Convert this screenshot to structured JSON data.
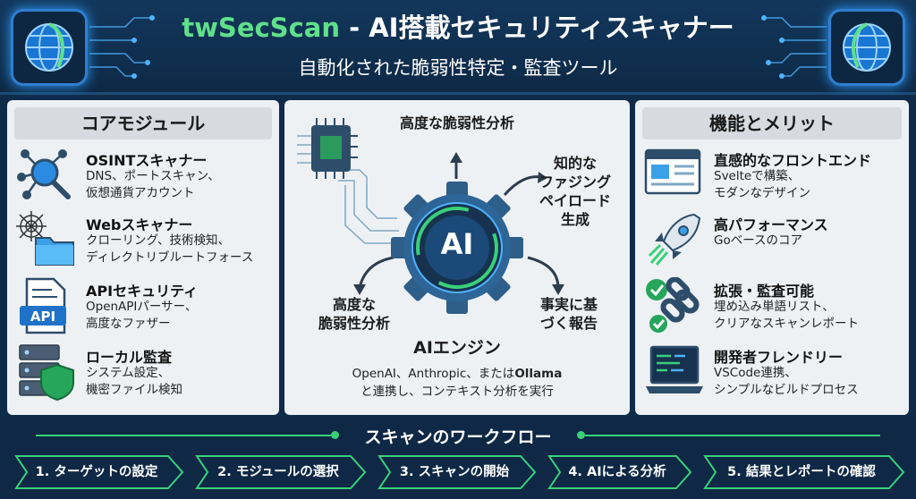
{
  "header": {
    "title_main": "twSecScan",
    "title_rest": " - AI搭載セキュリティスキャナー",
    "subtitle": "自動化された脆弱性特定・監査ツール",
    "logo_icon": "globe-shield-icon"
  },
  "left_panel": {
    "heading": "コアモジュール",
    "items": [
      {
        "title": "OSINTスキャナー",
        "desc": "DNS、ポートスキャン、\n仮想通貨アカウント",
        "icon": "network-search-icon"
      },
      {
        "title": "Webスキャナー",
        "desc": "クローリング、技術検知、\nディレクトリブルートフォース",
        "icon": "spiderweb-folder-icon"
      },
      {
        "title": "APIセキュリティ",
        "desc": "OpenAPIパーサー、\n高度なファザー",
        "icon": "api-document-icon"
      },
      {
        "title": "ローカル監査",
        "desc": "システム設定、\n機密ファイル検知",
        "icon": "server-shield-icon"
      }
    ]
  },
  "center_panel": {
    "top_label": "高度な脆弱性分析",
    "right_top_label": "知的な\nファジング\nペイロード\n生成",
    "left_label": "高度な\n脆弱性分析",
    "right_bottom_label": "事実に基\nづく報告",
    "gear_text": "AI",
    "engine_title": "AIエンジン",
    "engine_desc_line1_pre": "OpenAI、Anthropic、または",
    "engine_desc_line1_bold": "Ollama",
    "engine_desc_line2": "と連携し、コンテキスト分析を実行"
  },
  "right_panel": {
    "heading": "機能とメリット",
    "items": [
      {
        "title": "直感的なフロントエンド",
        "desc": "Svelteで構築、\nモダンなデザイン",
        "icon": "browser-window-icon"
      },
      {
        "title": "高パフォーマンス",
        "desc": "Goベースのコア",
        "icon": "rocket-icon"
      },
      {
        "title": "拡張・監査可能",
        "desc": "埋め込み単語リスト、\nクリアなスキャンレポート",
        "icon": "chain-check-icon"
      },
      {
        "title": "開発者フレンドリー",
        "desc": "VSCode連携、\nシンプルなビルドプロセス",
        "icon": "laptop-code-icon"
      }
    ]
  },
  "workflow": {
    "title": "スキャンのワークフロー",
    "steps": [
      "1. ターゲットの設定",
      "2. モジュールの選択",
      "3. スキャンの開始",
      "4. AIによる分析",
      "5. 結果とレポートの確認"
    ]
  },
  "colors": {
    "accent_green": "#5fe08a",
    "navy": "#0f2b4a",
    "blue": "#2f7fd0"
  }
}
